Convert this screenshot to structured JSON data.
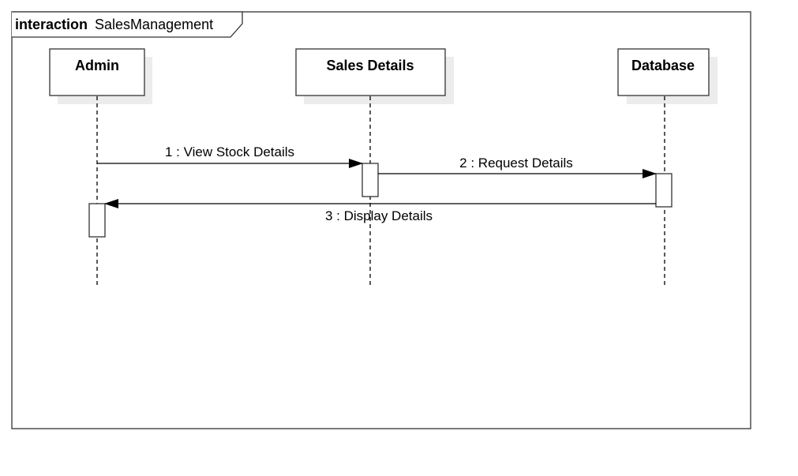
{
  "frame": {
    "keyword": "interaction",
    "name": "SalesManagement"
  },
  "lifelines": [
    {
      "name": "Admin"
    },
    {
      "name": "Sales Details"
    },
    {
      "name": "Database"
    }
  ],
  "messages": [
    {
      "label": "1 : View Stock Details",
      "from": "Admin",
      "to": "Sales Details"
    },
    {
      "label": "2 : Request Details",
      "from": "Sales Details",
      "to": "Database"
    },
    {
      "label": "3 : Display Details",
      "from": "Database",
      "to": "Admin"
    }
  ]
}
